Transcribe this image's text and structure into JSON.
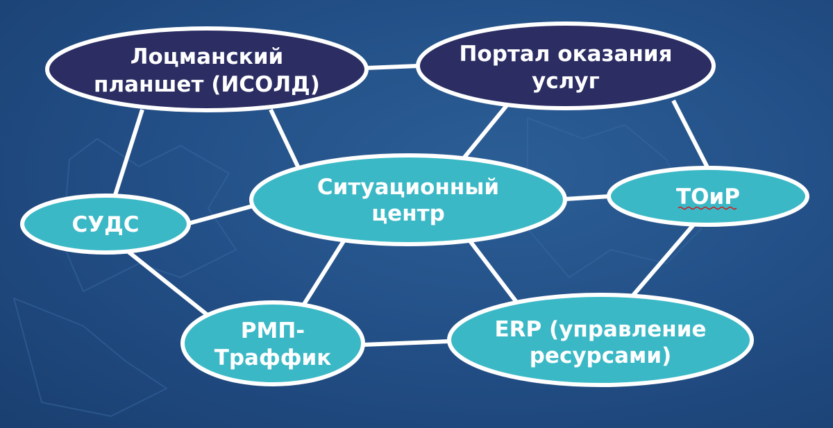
{
  "colors": {
    "dark_node": "#2b2d63",
    "light_node": "#3bb8c6",
    "edge": "#ffffff"
  },
  "nodes": {
    "pilot": {
      "line1": "Лоцманский",
      "line2": "планшет (ИСОЛД)"
    },
    "portal": {
      "line1": "Портал оказания",
      "line2": "услуг"
    },
    "suds": {
      "line1": "СУДС"
    },
    "center": {
      "line1": "Ситуационный",
      "line2": "центр"
    },
    "toir": {
      "line1": "ТОиР"
    },
    "rmp": {
      "line1": "РМП-",
      "line2": "Траффик"
    },
    "erp": {
      "line1": "ERP (управление",
      "line2": "ресурсами)"
    }
  }
}
